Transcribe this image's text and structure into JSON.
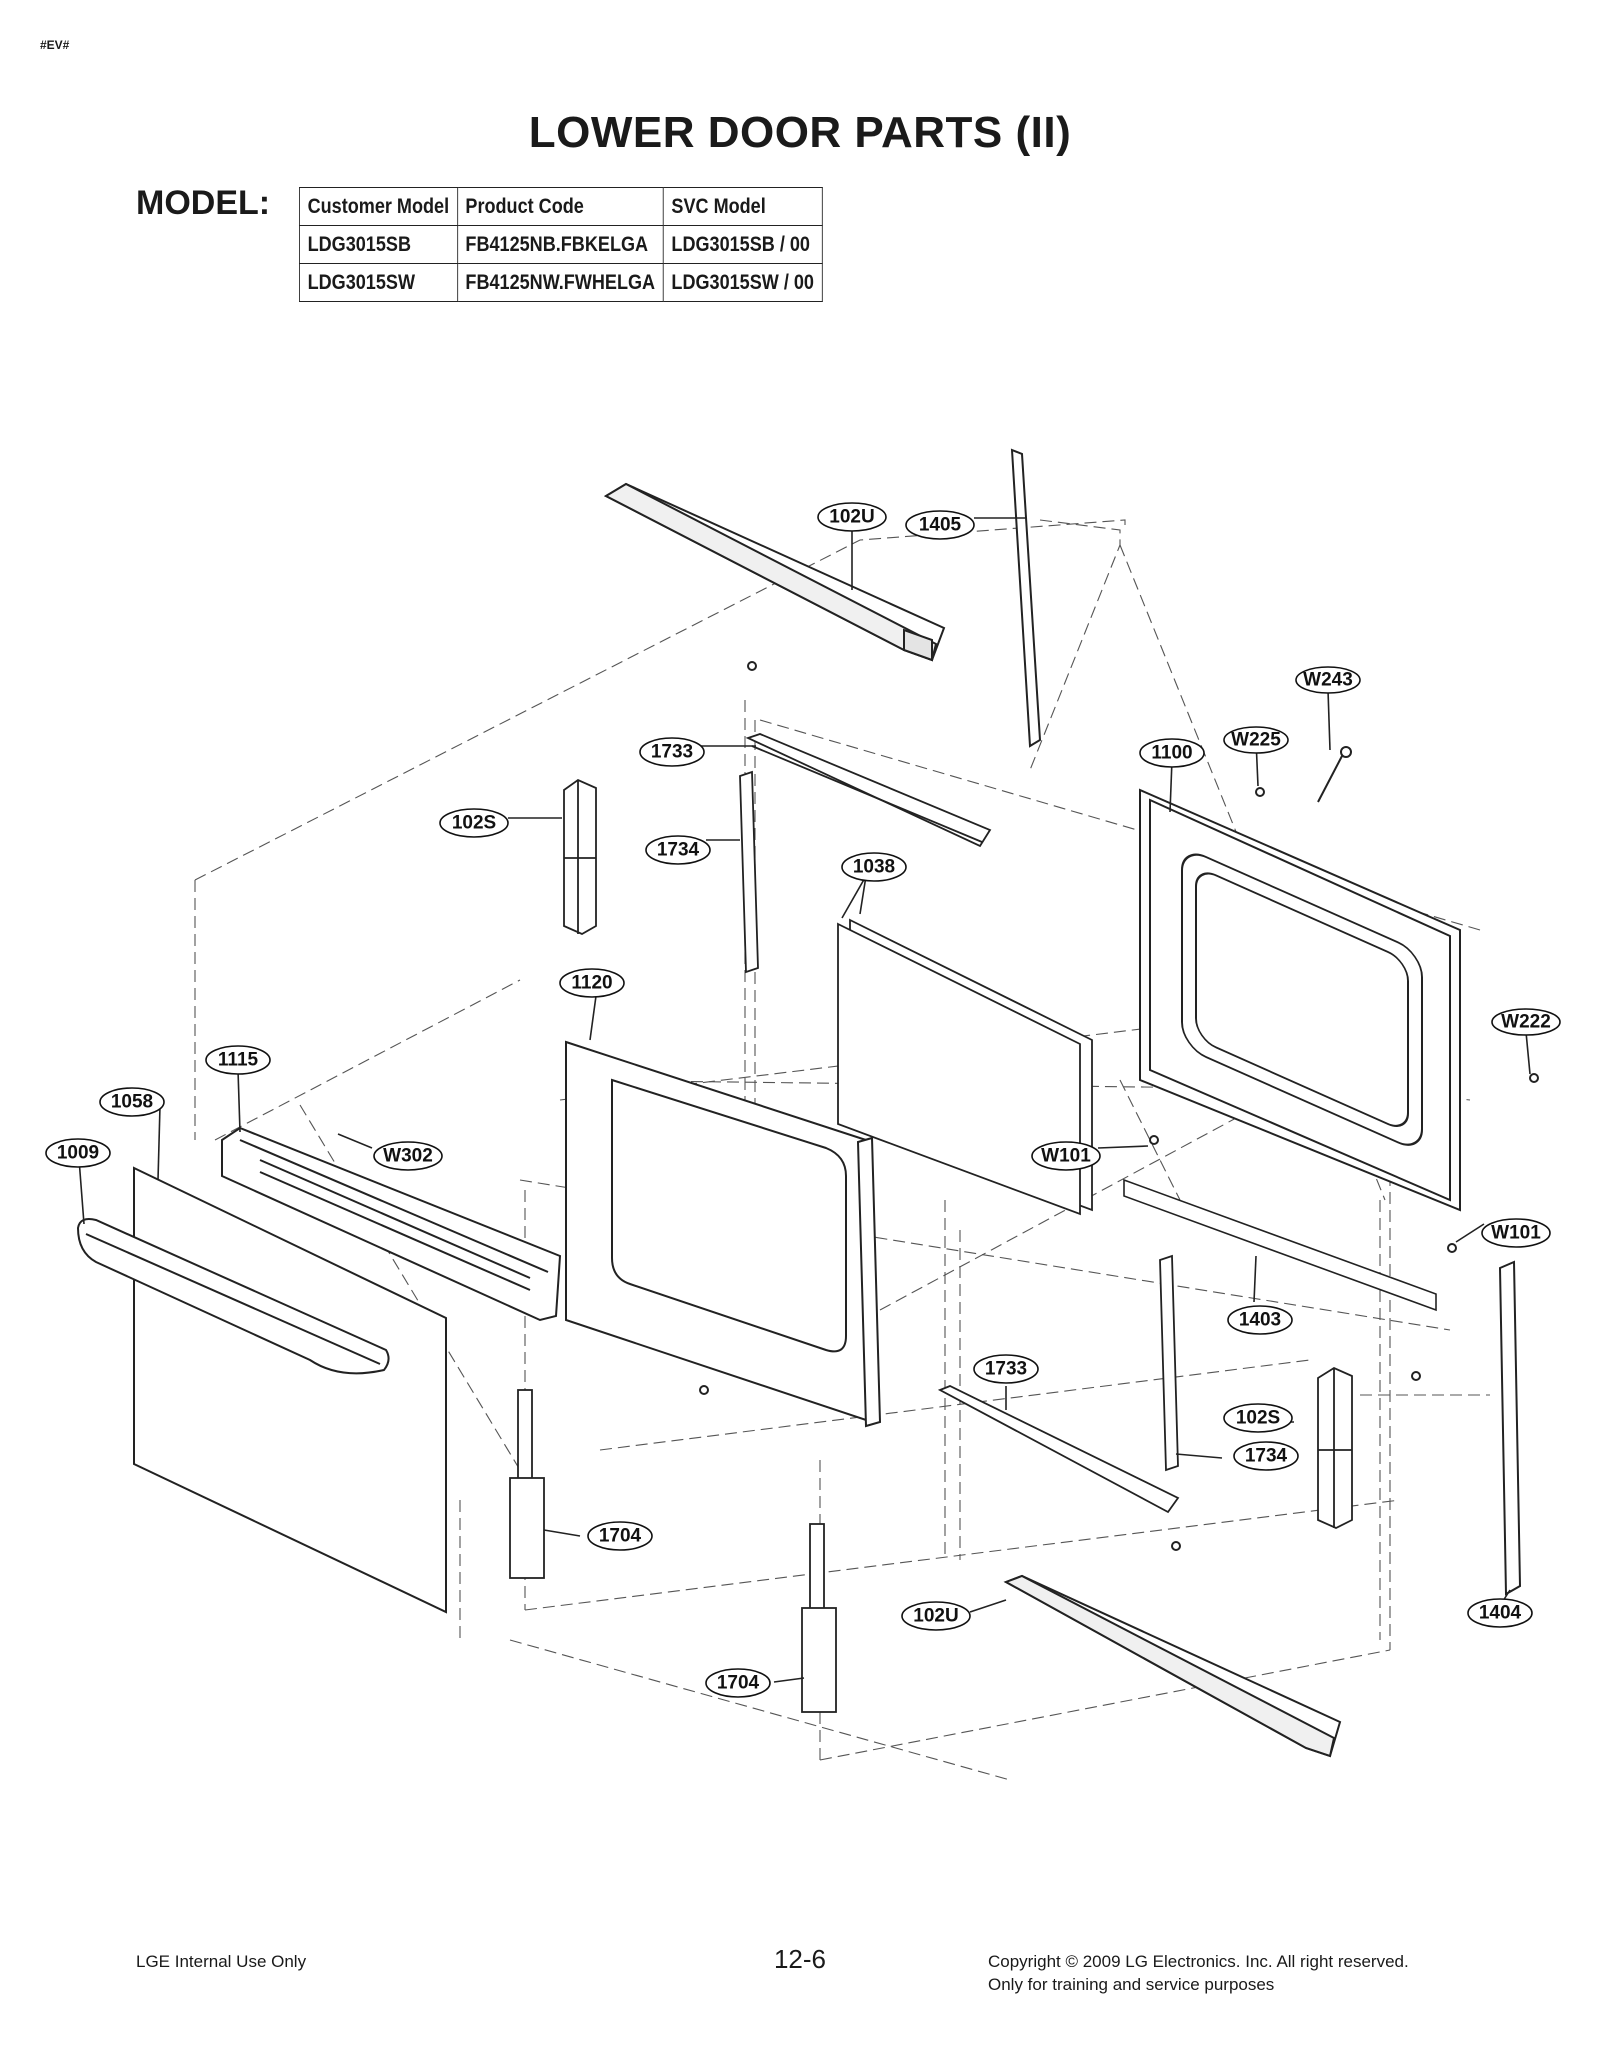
{
  "corner_code": "#EV#",
  "title": "LOWER DOOR PARTS (II)",
  "model_label": "MODEL:",
  "model_table": {
    "headers": [
      "Customer Model",
      "Product Code",
      "SVC Model"
    ],
    "rows": [
      [
        "LDG3015SB",
        "FB4125NB.FBKELGA",
        "LDG3015SB / 00"
      ],
      [
        "LDG3015SW",
        "FB4125NW.FWHELGA",
        "LDG3015SW / 00"
      ]
    ]
  },
  "callouts": [
    "102U",
    "1405",
    "W243",
    "1733",
    "W225",
    "1100",
    "102S",
    "1734",
    "1038",
    "1120",
    "W222",
    "1115",
    "1058",
    "1009",
    "W302",
    "W101",
    "W101",
    "1403",
    "1733",
    "102S",
    "1734",
    "1704",
    "102U",
    "1404",
    "1704"
  ],
  "footer": {
    "left": "LGE Internal Use Only",
    "page": "12-6",
    "right_line1": "Copyright © 2009 LG Electronics. Inc. All right reserved.",
    "right_line2": "Only for training and service purposes"
  }
}
